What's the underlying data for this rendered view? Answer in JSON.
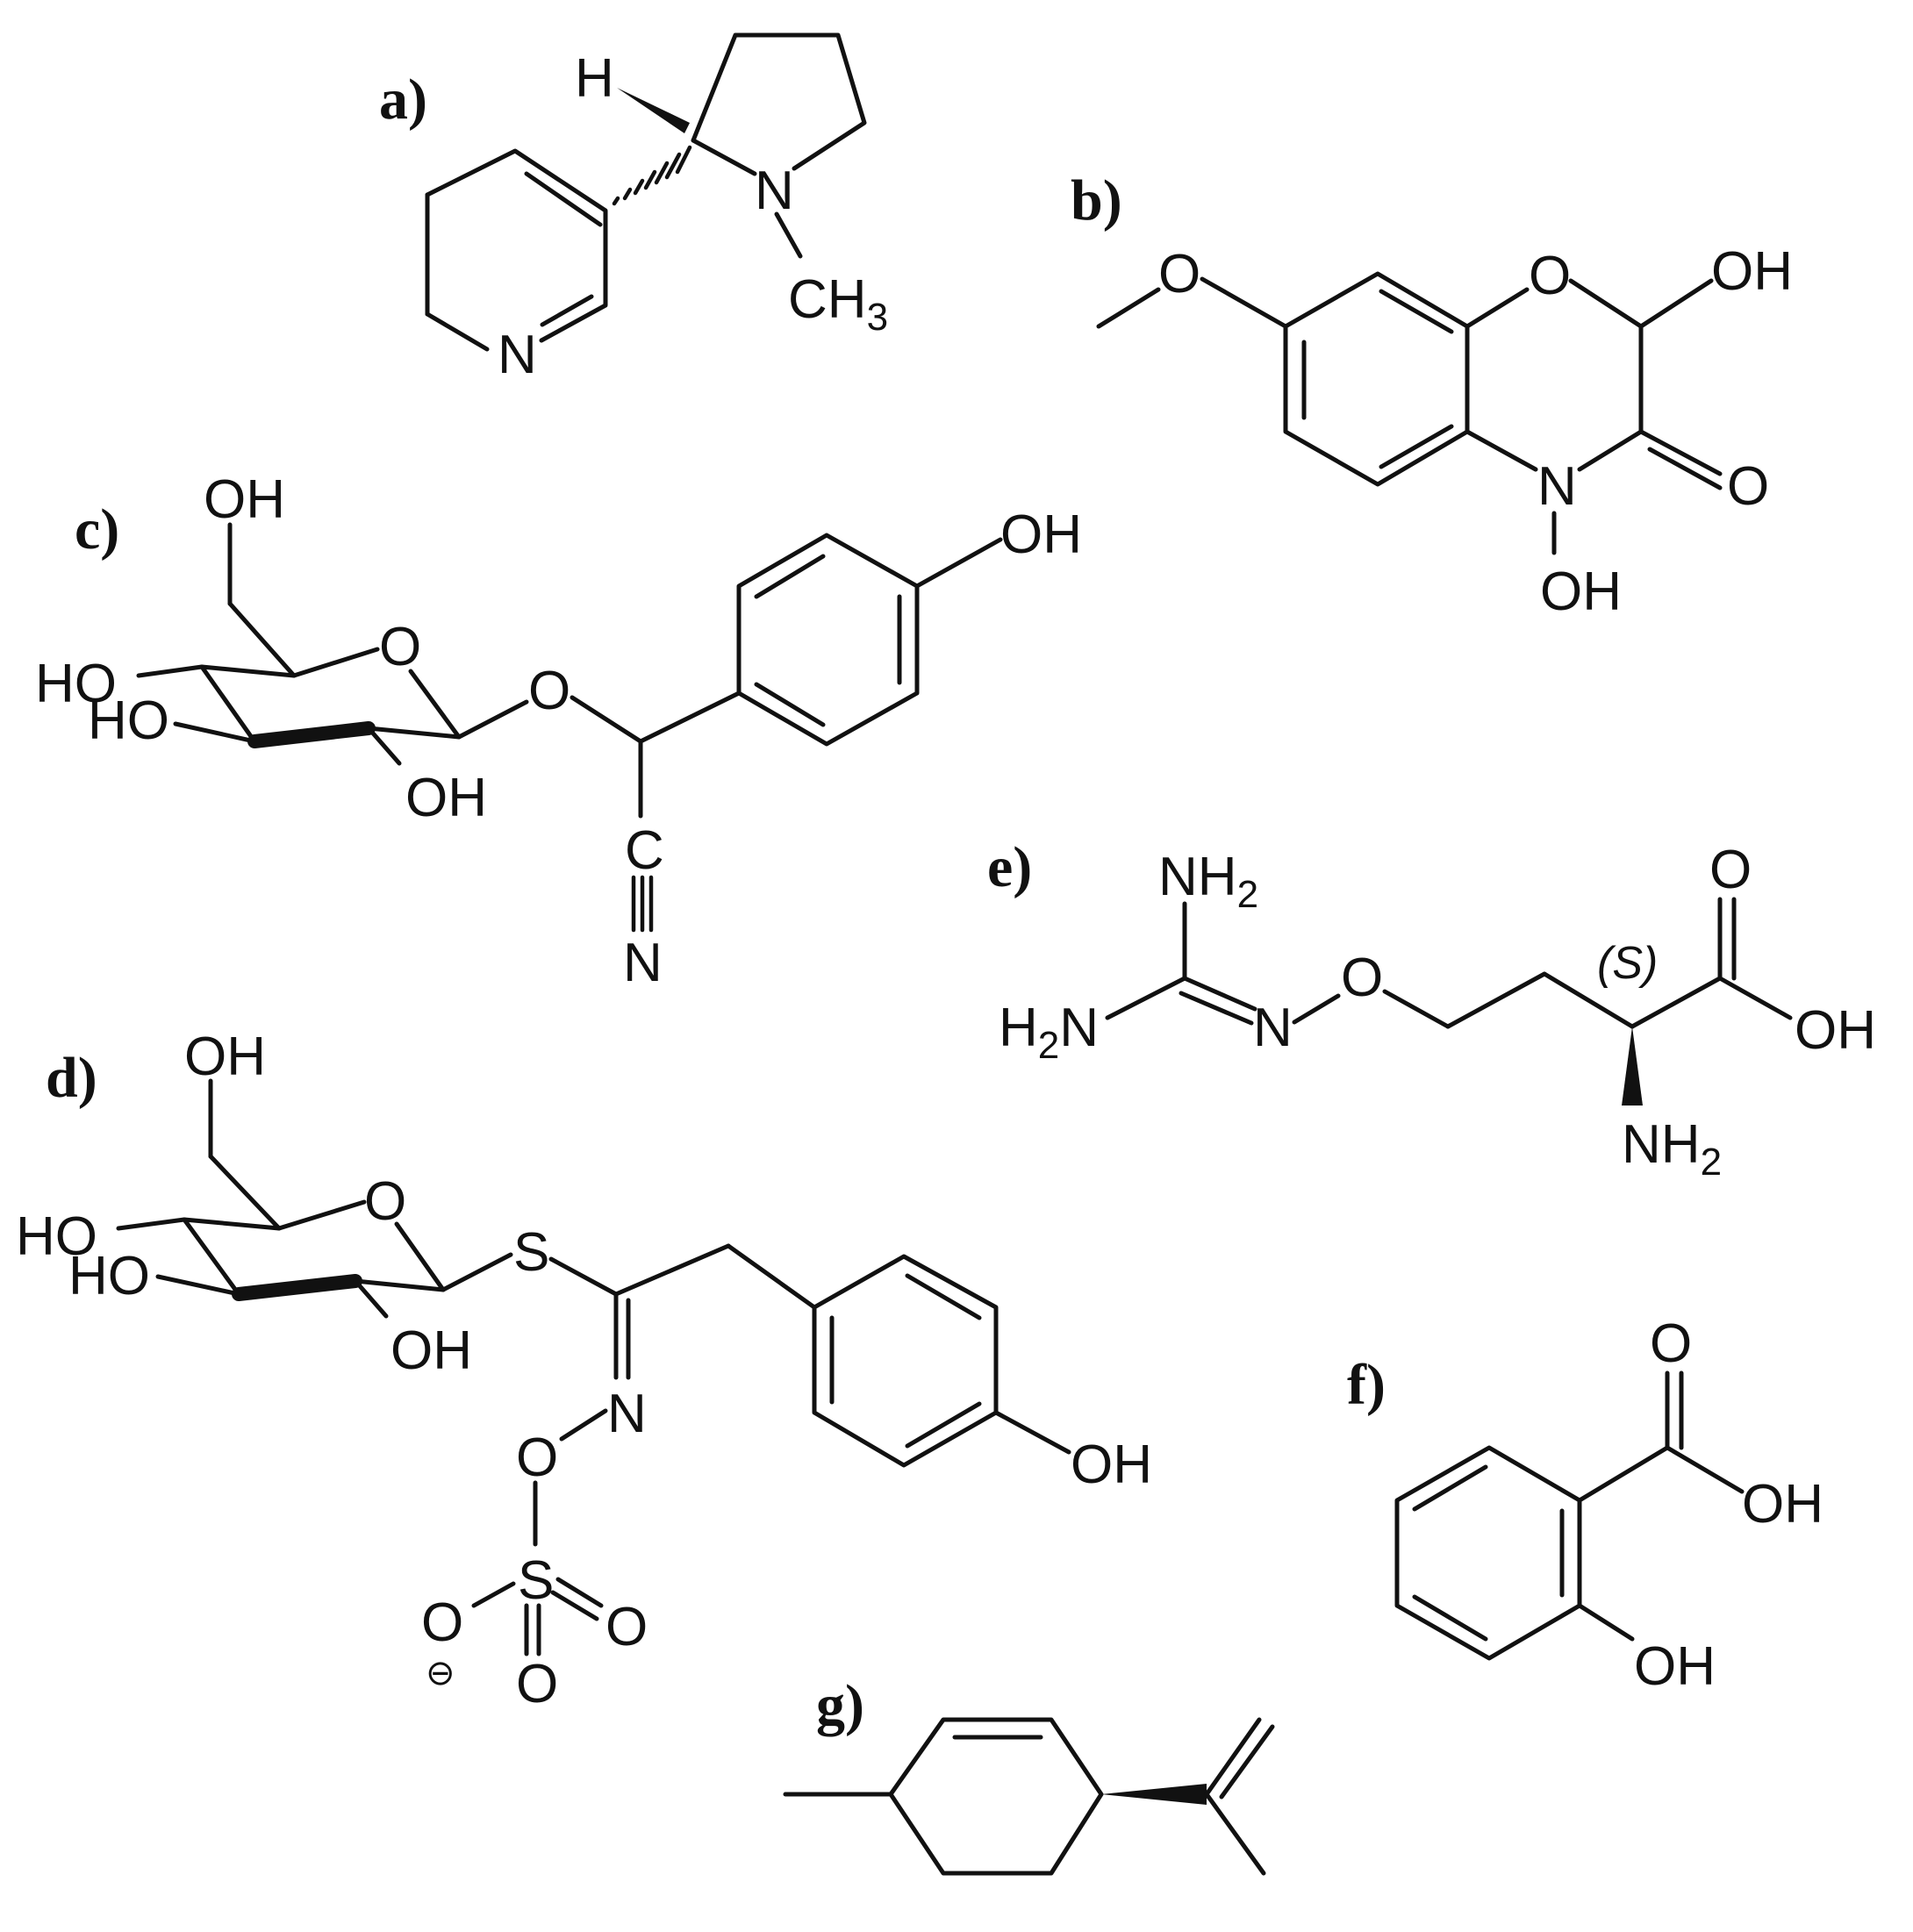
{
  "panels": {
    "a": {
      "label": "a)",
      "atoms": {
        "h": "H",
        "n_ring": "N",
        "n_pyrrolidine": "N",
        "methyl": "CH",
        "methyl_sub": "3"
      }
    },
    "b": {
      "label": "b)",
      "atoms": {
        "o_methoxy": "O",
        "o_ring": "O",
        "oh_top": "OH",
        "o_carbonyl": "O",
        "n": "N",
        "oh_n": "OH"
      }
    },
    "c": {
      "label": "c)",
      "atoms": {
        "oh_ch2": "OH",
        "o_ring": "O",
        "ho_c4": "HO",
        "ho_c3": "HO",
        "oh_c2": "OH",
        "o_glyc": "O",
        "oh_phenol": "OH",
        "c_nitrile": "C",
        "n_nitrile": "N"
      }
    },
    "d": {
      "label": "d)",
      "atoms": {
        "oh_ch2": "OH",
        "o_ring": "O",
        "ho_c4": "HO",
        "ho_c3": "HO",
        "oh_c2": "OH",
        "s": "S",
        "n": "N",
        "o_n": "O",
        "s_sulfate": "S",
        "o_minus": "O",
        "charge": "⊖",
        "o_right": "O",
        "o_bottom": "O",
        "oh_phenol": "OH"
      }
    },
    "e": {
      "label": "e)",
      "atoms": {
        "nh2_top": "NH",
        "nh2_top_sub": "2",
        "h2n_h": "H",
        "h2n_sub": "2",
        "h2n_n": "N",
        "n": "N",
        "o": "O",
        "stereo": "(S)",
        "o_carbonyl": "O",
        "oh": "OH",
        "nh2_bottom": "NH",
        "nh2_bottom_sub": "2"
      }
    },
    "f": {
      "label": "f)",
      "atoms": {
        "o_carbonyl": "O",
        "oh_acid": "OH",
        "oh_phenol": "OH"
      }
    },
    "g": {
      "label": "g)",
      "atoms": {}
    }
  }
}
